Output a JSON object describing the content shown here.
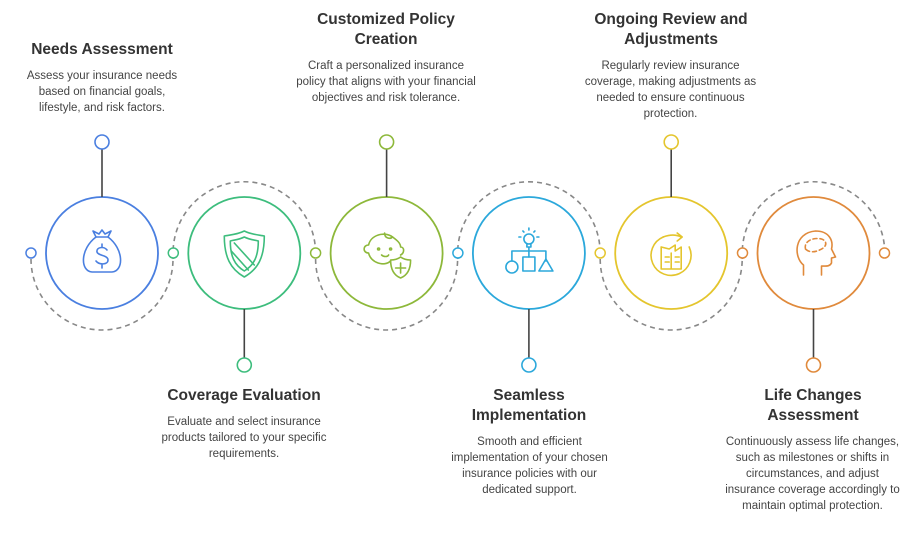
{
  "steps": [
    {
      "title": "Needs Assessment",
      "desc": "Assess your insurance needs based on financial goals, lifestyle, and risk factors.",
      "color": "#4a7fe0",
      "icon": "money-bag-icon"
    },
    {
      "title": "Coverage Evaluation",
      "desc": "Evaluate and select insurance products tailored to your specific requirements.",
      "color": "#3dbd7d",
      "icon": "shield-icon"
    },
    {
      "title": "Customized Policy Creation",
      "desc": "Craft a personalized insurance policy that aligns with your financial objectives and risk tolerance.",
      "color": "#8db83a",
      "icon": "baby-shield-icon"
    },
    {
      "title": "Seamless Implementation",
      "desc": "Smooth and efficient implementation of your chosen insurance policies with our dedicated support.",
      "color": "#2ba8db",
      "icon": "idea-flowchart-icon"
    },
    {
      "title": "Ongoing Review and Adjustments",
      "desc": "Regularly review insurance coverage, making adjustments as needed to ensure continuous protection.",
      "color": "#e4c52d",
      "icon": "refresh-book-icon"
    },
    {
      "title": "Life Changes Assessment",
      "desc": "Continuously assess life changes, such as milestones or shifts in circumstances, and adjust insurance coverage accordingly to maintain optimal protection.",
      "color": "#e08a3c",
      "icon": "head-brain-icon"
    }
  ]
}
